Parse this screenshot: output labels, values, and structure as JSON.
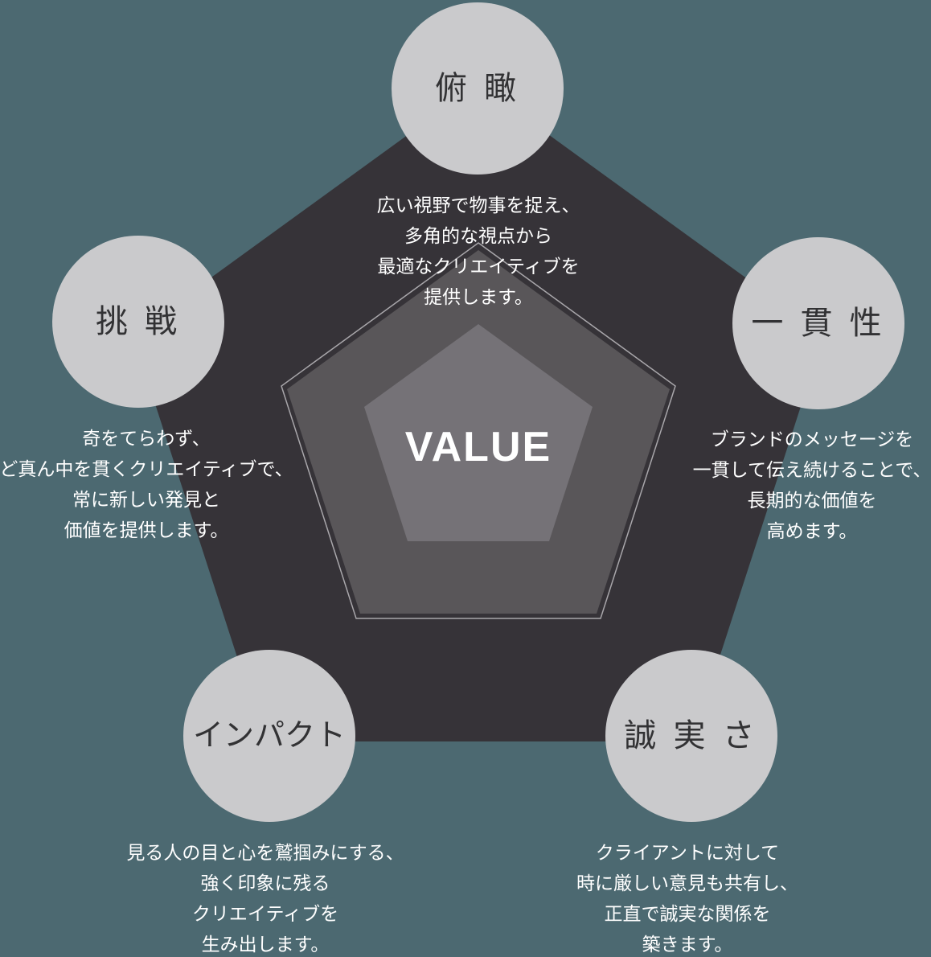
{
  "title": "VALUE diagram",
  "center": {
    "label": "VALUE"
  },
  "nodes": [
    {
      "id": "overview",
      "label": "俯 瞰",
      "description": "広い視野で物事を捉え、\n多角的な視点から\n最適なクリエイティブを\n提供します。"
    },
    {
      "id": "challenge",
      "label": "挑 戦",
      "description": "奇をてらわず、\nど真ん中を貫くクリエイティブで、\n常に新しい発見と\n価値を提供します。"
    },
    {
      "id": "consistency",
      "label": "一 貫 性",
      "description": "ブランドのメッセージを\n一貫して伝え続けることで、\n長期的な価値を\n高めます。"
    },
    {
      "id": "impact",
      "label": "インパクト",
      "description": "見る人の目と心を鷲掴みにする、\n強く印象に残る\nクリエイティブを\n生み出します。"
    },
    {
      "id": "sincerity",
      "label": "誠 実 さ",
      "description": "クライアントに対して\n時に厳しい意見も共有し、\n正直で誠実な関係を\n築きます。"
    }
  ],
  "colors": {
    "background": "#4C6971",
    "pentagon_outer": "#363338",
    "pentagon_middle": "#595659",
    "pentagon_inner": "#757277",
    "pentagon_outline": "#A9A7AB",
    "circle_fill": "#CACACC",
    "circle_text": "#323234",
    "description_text": "#FFFFFF",
    "value_text": "#FFFFFF"
  }
}
